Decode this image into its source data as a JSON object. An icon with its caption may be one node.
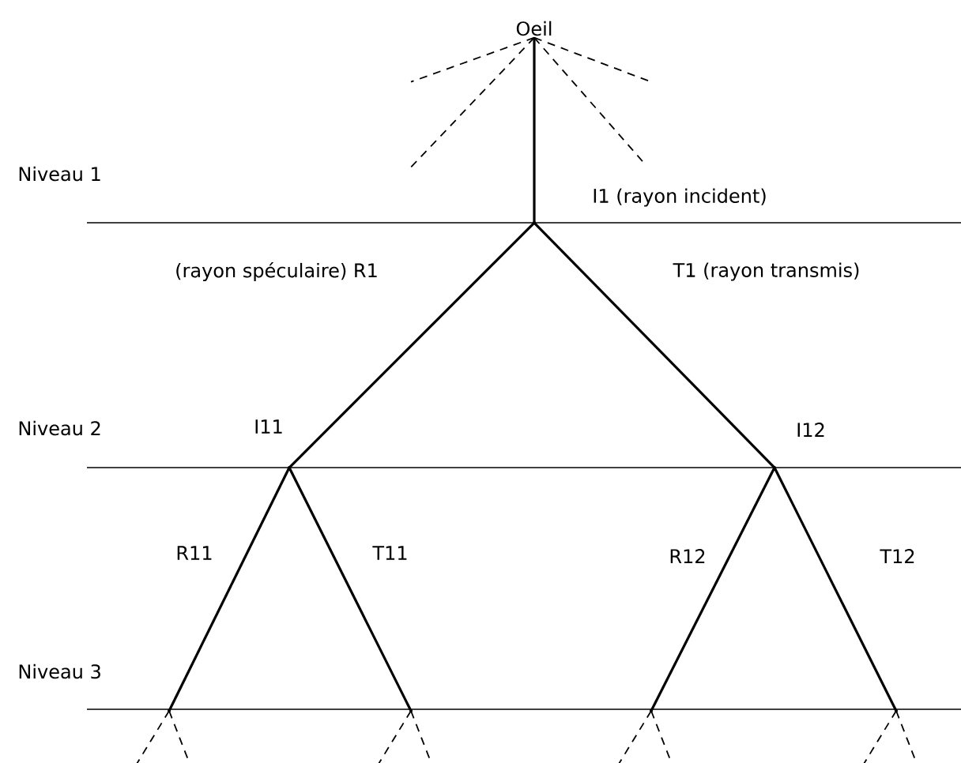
{
  "diagram": {
    "nodes": [
      {
        "text": [
          "Oeil"
        ]
      },
      {
        "text": [],
        "shape": "point",
        "beside": [
          "I1 (rayon incident)"
        ]
      },
      {
        "text": [],
        "shape": "point",
        "beside": [
          "I11"
        ]
      },
      {
        "text": [],
        "shape": "point",
        "beside": [
          "I12"
        ]
      },
      {
        "text": [],
        "shape": "point"
      },
      {
        "text": [],
        "shape": "point"
      },
      {
        "text": [],
        "shape": "point"
      },
      {
        "text": [],
        "shape": "point"
      }
    ],
    "edges": [
      {
        "from": 0,
        "to": 1,
        "arrow": "none"
      },
      {
        "from": 1,
        "to": 2,
        "arrow": "none",
        "label": "(rayon spéculaire) R1"
      },
      {
        "from": 1,
        "to": 3,
        "arrow": "none",
        "label": "T1 (rayon transmis)"
      },
      {
        "from": 2,
        "to": 4,
        "arrow": "none",
        "label": "R11"
      },
      {
        "from": 2,
        "to": 5,
        "arrow": "none",
        "label": "T11"
      },
      {
        "from": 3,
        "to": 6,
        "arrow": "none",
        "label": "R12"
      },
      {
        "from": 3,
        "to": 7,
        "arrow": "none",
        "label": "T12"
      },
      {
        "from": 0,
        "to": null,
        "arrow": "none",
        "style": "dashed"
      },
      {
        "from": 0,
        "to": null,
        "arrow": "none",
        "style": "dashed"
      },
      {
        "from": 0,
        "to": null,
        "arrow": "none",
        "style": "dashed"
      },
      {
        "from": 0,
        "to": null,
        "arrow": "none",
        "style": "dashed"
      },
      {
        "from": 4,
        "to": null,
        "arrow": "none",
        "style": "dashed"
      },
      {
        "from": 4,
        "to": null,
        "arrow": "none",
        "style": "dashed"
      },
      {
        "from": 5,
        "to": null,
        "arrow": "none",
        "style": "dashed"
      },
      {
        "from": 5,
        "to": null,
        "arrow": "none",
        "style": "dashed"
      },
      {
        "from": 6,
        "to": null,
        "arrow": "none",
        "style": "dashed"
      },
      {
        "from": 6,
        "to": null,
        "arrow": "none",
        "style": "dashed"
      },
      {
        "from": 7,
        "to": null,
        "arrow": "none",
        "style": "dashed"
      },
      {
        "from": 7,
        "to": null,
        "arrow": "none",
        "style": "dashed"
      }
    ],
    "labels": [
      "Niveau 1",
      "Niveau 2",
      "Niveau 3"
    ]
  }
}
